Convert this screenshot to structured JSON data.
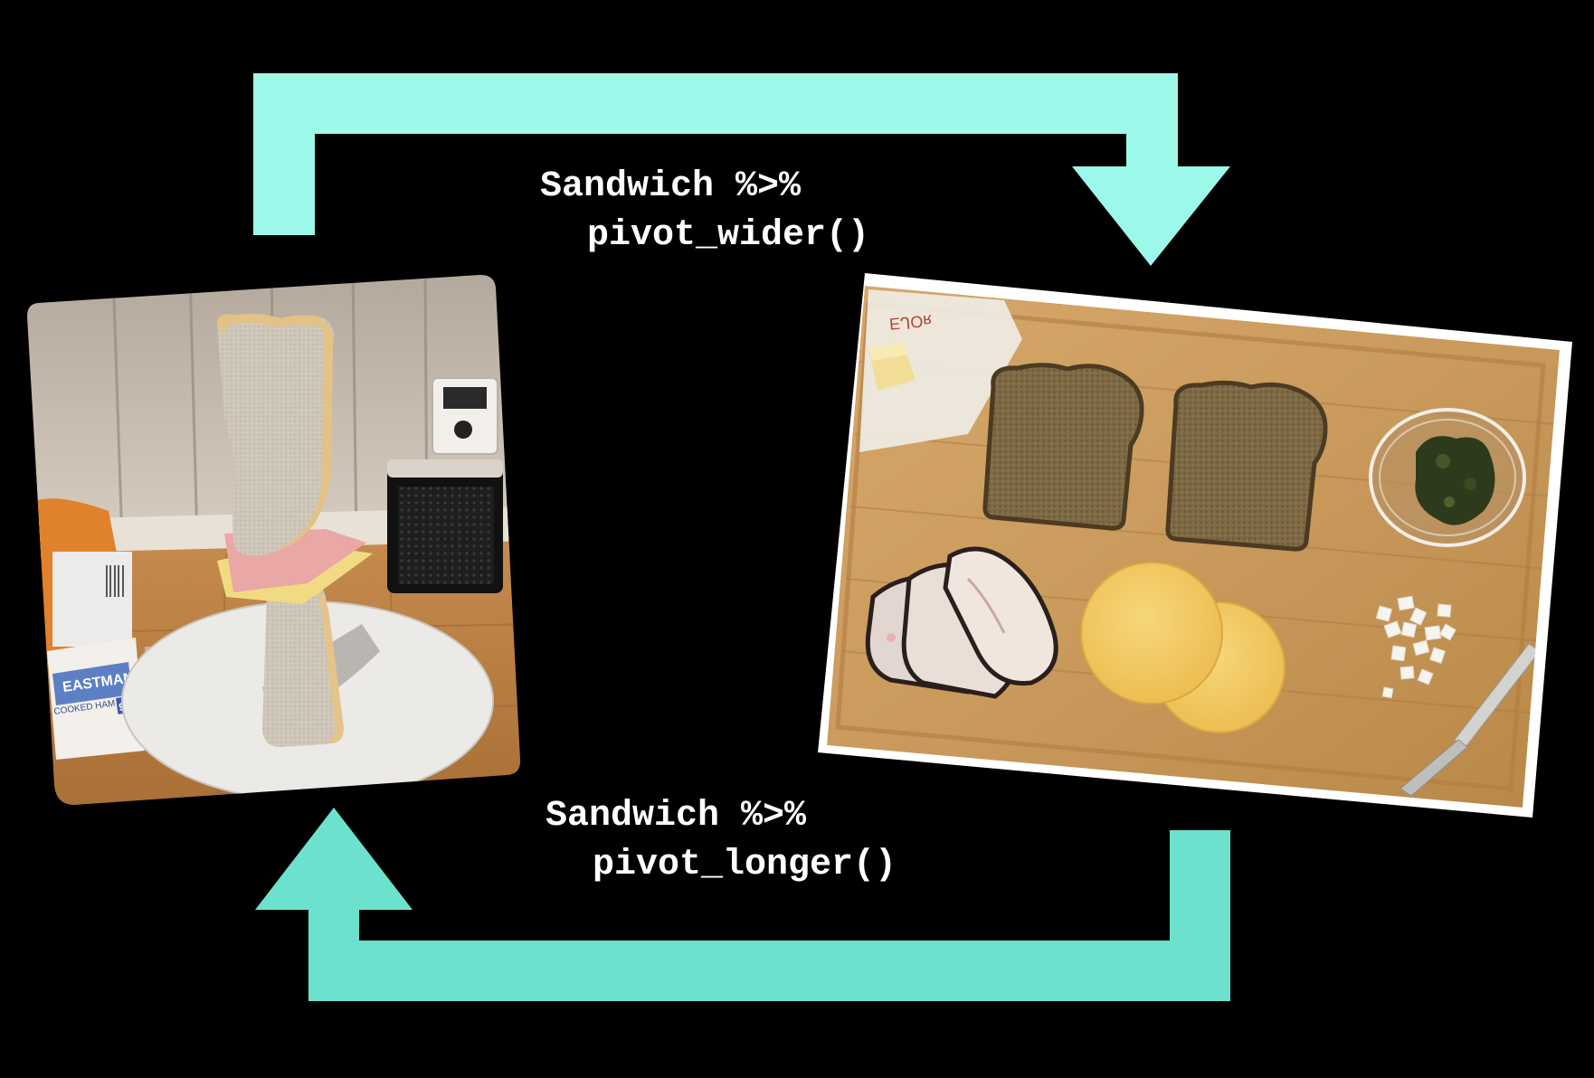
{
  "slide": {
    "background": "#000000",
    "arrow_top_color": "#9CF8E8",
    "arrow_bottom_color": "#6CE2CE"
  },
  "wider_code": {
    "line1": "Sandwich %>%",
    "line2": "pivot_wider()"
  },
  "longer_code": {
    "line1": "Sandwich %>%",
    "line2": "pivot_longer()"
  },
  "photos": {
    "left": {
      "description_icon": "stacked-sandwich-photo",
      "package_label_1": "EASTMAN",
      "package_label_2": "COOKED HAM",
      "package_number": "9"
    },
    "right": {
      "description_icon": "deconstructed-sandwich-photo"
    }
  }
}
